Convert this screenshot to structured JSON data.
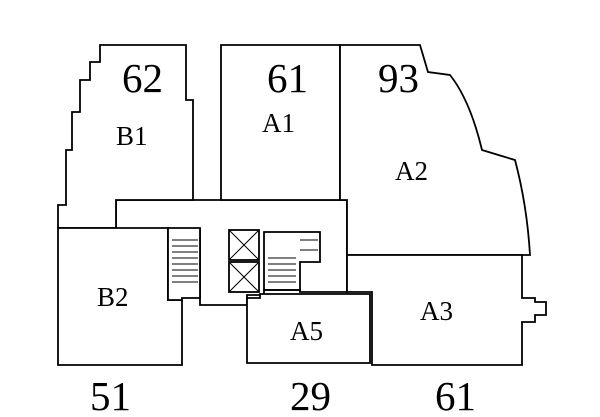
{
  "floor_plan": {
    "units": [
      {
        "id": "B1",
        "label": "B1",
        "area": "62"
      },
      {
        "id": "A1",
        "label": "A1",
        "area": "61"
      },
      {
        "id": "A2",
        "label": "A2",
        "area": "93"
      },
      {
        "id": "B2",
        "label": "B2",
        "area": "51"
      },
      {
        "id": "A5",
        "label": "A5",
        "area": "29"
      },
      {
        "id": "A3",
        "label": "A3",
        "area": "61"
      }
    ]
  }
}
